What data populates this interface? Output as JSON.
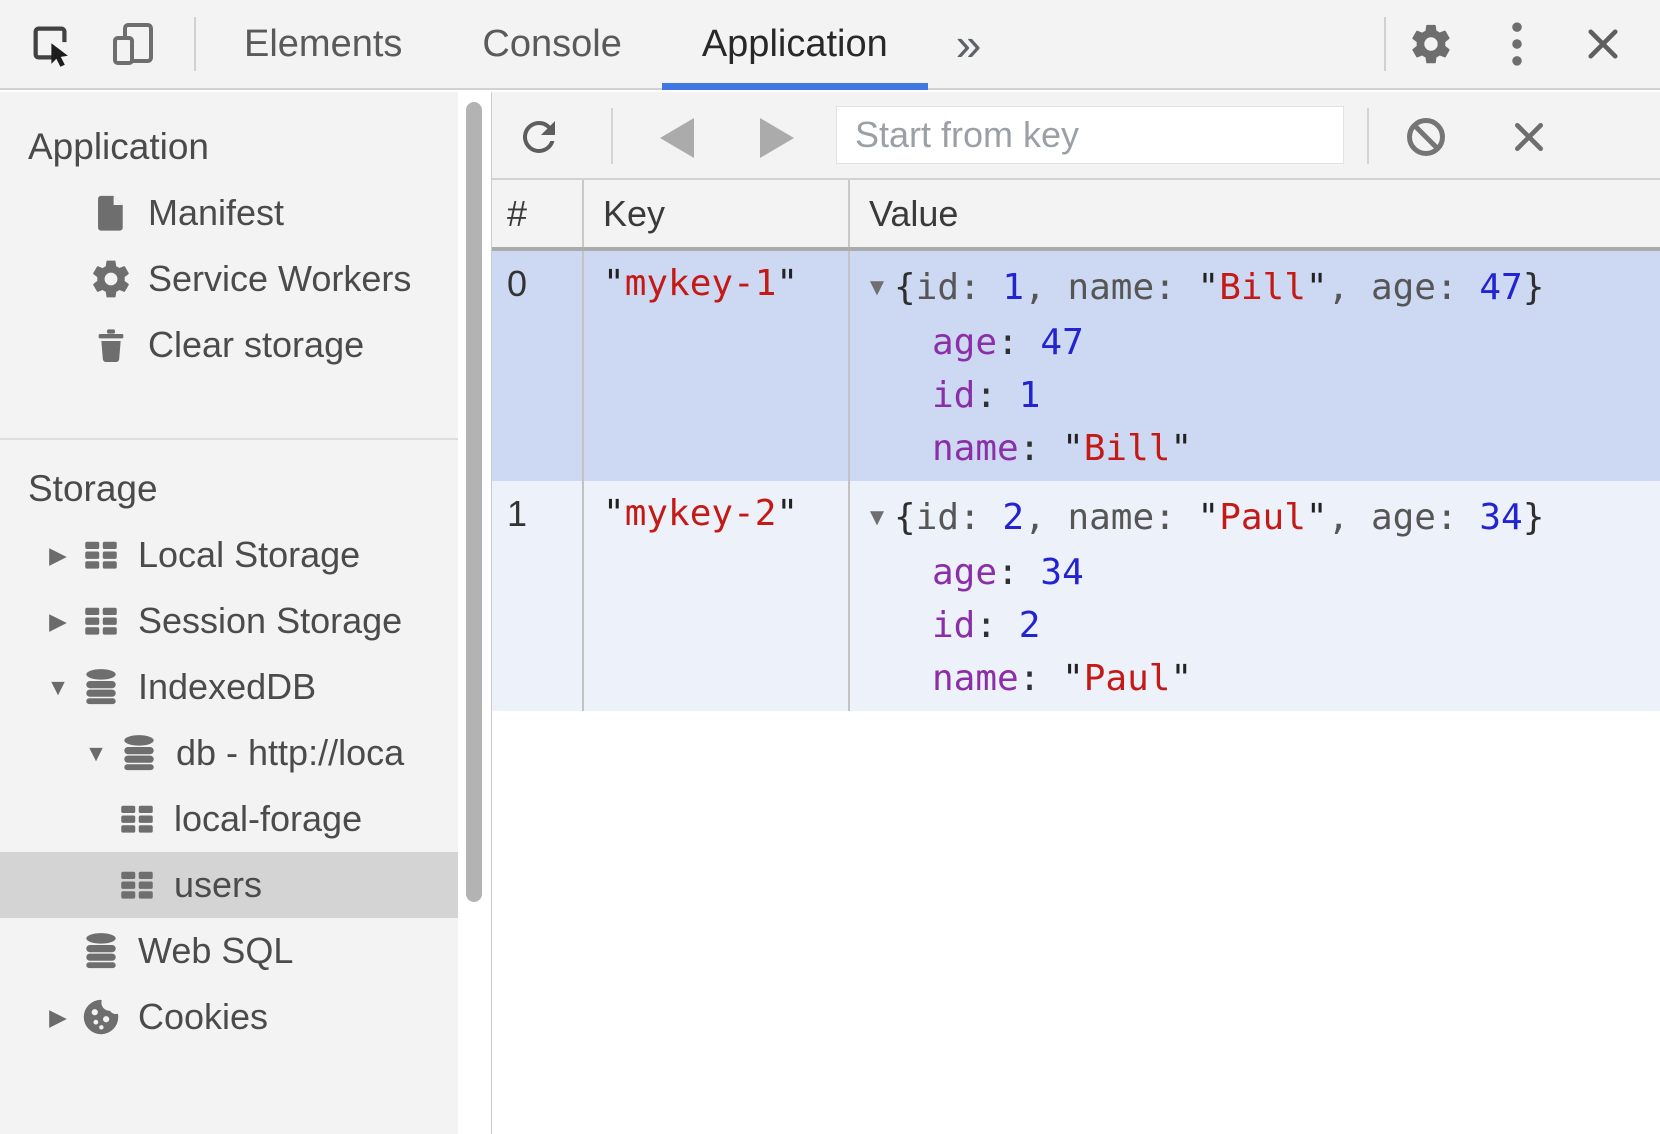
{
  "topbar": {
    "tabs": [
      {
        "label": "Elements",
        "active": false
      },
      {
        "label": "Console",
        "active": false
      },
      {
        "label": "Application",
        "active": true
      }
    ],
    "overflow_label": "»"
  },
  "icons": {
    "expanded_arrow": "▼",
    "collapsed_arrow": "▶"
  },
  "sidebar": {
    "app": {
      "heading": "Application",
      "items": [
        {
          "label": "Manifest",
          "icon": "document-icon"
        },
        {
          "label": "Service Workers",
          "icon": "gear-icon"
        },
        {
          "label": "Clear storage",
          "icon": "trash-icon"
        }
      ]
    },
    "storage": {
      "heading": "Storage",
      "items": [
        {
          "label": "Local Storage",
          "icon": "table-icon",
          "arrow": "collapsed",
          "depth": 1,
          "selected": false
        },
        {
          "label": "Session Storage",
          "icon": "table-icon",
          "arrow": "collapsed",
          "depth": 1,
          "selected": false
        },
        {
          "label": "IndexedDB",
          "icon": "database-icon",
          "arrow": "expanded",
          "depth": 1,
          "selected": false
        },
        {
          "label": "db - http://loca",
          "icon": "database-icon",
          "arrow": "expanded",
          "depth": 2,
          "selected": false
        },
        {
          "label": "local-forage",
          "icon": "table-icon",
          "arrow": "none",
          "depth": 3,
          "selected": false
        },
        {
          "label": "users",
          "icon": "table-icon",
          "arrow": "none",
          "depth": 3,
          "selected": true
        },
        {
          "label": "Web SQL",
          "icon": "database-icon",
          "arrow": "none",
          "depth": 1,
          "selected": false
        },
        {
          "label": "Cookies",
          "icon": "cookie-icon",
          "arrow": "collapsed",
          "depth": 1,
          "selected": false
        }
      ]
    }
  },
  "main": {
    "toolbar": {
      "placeholder": "Start from key"
    },
    "table": {
      "columns": [
        "#",
        "Key",
        "Value"
      ],
      "quote": "\"",
      "colon": ": ",
      "rows": [
        {
          "index": "0",
          "key": "mykey-1",
          "selected": true,
          "preview_tokens": [
            "{",
            "id",
            ": ",
            "1",
            ", ",
            "name",
            ": ",
            "\"",
            "Bill",
            "\"",
            ", ",
            "age",
            ": ",
            "47",
            "}"
          ],
          "props": [
            {
              "name": "age",
              "value": "47",
              "type": "number"
            },
            {
              "name": "id",
              "value": "1",
              "type": "number"
            },
            {
              "name": "name",
              "value": "Bill",
              "type": "string"
            }
          ]
        },
        {
          "index": "1",
          "key": "mykey-2",
          "selected": false,
          "preview_tokens": [
            "{",
            "id",
            ": ",
            "2",
            ", ",
            "name",
            ": ",
            "\"",
            "Paul",
            "\"",
            ", ",
            "age",
            ": ",
            "34",
            "}"
          ],
          "props": [
            {
              "name": "age",
              "value": "34",
              "type": "number"
            },
            {
              "name": "id",
              "value": "2",
              "type": "number"
            },
            {
              "name": "name",
              "value": "Paul",
              "type": "string"
            }
          ]
        }
      ]
    }
  },
  "colors": {
    "accent_blue": "#4077e3",
    "panel_bg": "#f3f3f3",
    "selected_row_bg": "#cdd9f2",
    "striped_row_bg": "#edf1fa",
    "sidebar_selected_bg": "#d4d4d4",
    "string_red": "#c41a16",
    "number_blue": "#2323d1",
    "property_purple": "#8b2fa8",
    "icon_gray": "#6e6e6e"
  }
}
